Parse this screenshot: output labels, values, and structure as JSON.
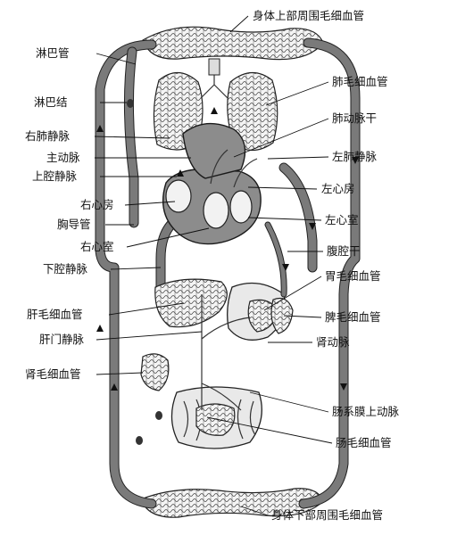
{
  "labels": {
    "body_upper_capillaries": "身体上部周围毛细血管",
    "lymph_vessel": "淋巴管",
    "lymph_node": "淋巴结",
    "pulmonary_capillaries": "肺毛细血管",
    "pulmonary_trunk": "肺动脉干",
    "right_pulmonary_vein": "右肺静脉",
    "aorta": "主动脉",
    "left_pulmonary_vein": "左肺静脉",
    "superior_vena_cava": "上腔静脉",
    "left_atrium": "左心房",
    "right_atrium": "右心房",
    "thoracic_duct": "胸导管",
    "left_ventricle": "左心室",
    "right_ventricle": "右心室",
    "celiac_trunk": "腹腔干",
    "inferior_vena_cava": "下腔静脉",
    "gastric_capillaries": "胃毛细血管",
    "hepatic_capillaries": "肝毛细血管",
    "splenic_capillaries": "脾毛细血管",
    "hepatic_portal_vein": "肝门静脉",
    "renal_artery": "肾动脉",
    "renal_capillaries": "肾毛细血管",
    "superior_mesenteric_artery": "肠系膜上动脉",
    "intestinal_capillaries": "肠毛细血管",
    "body_lower_capillaries": "身体下部周围毛细血管"
  }
}
